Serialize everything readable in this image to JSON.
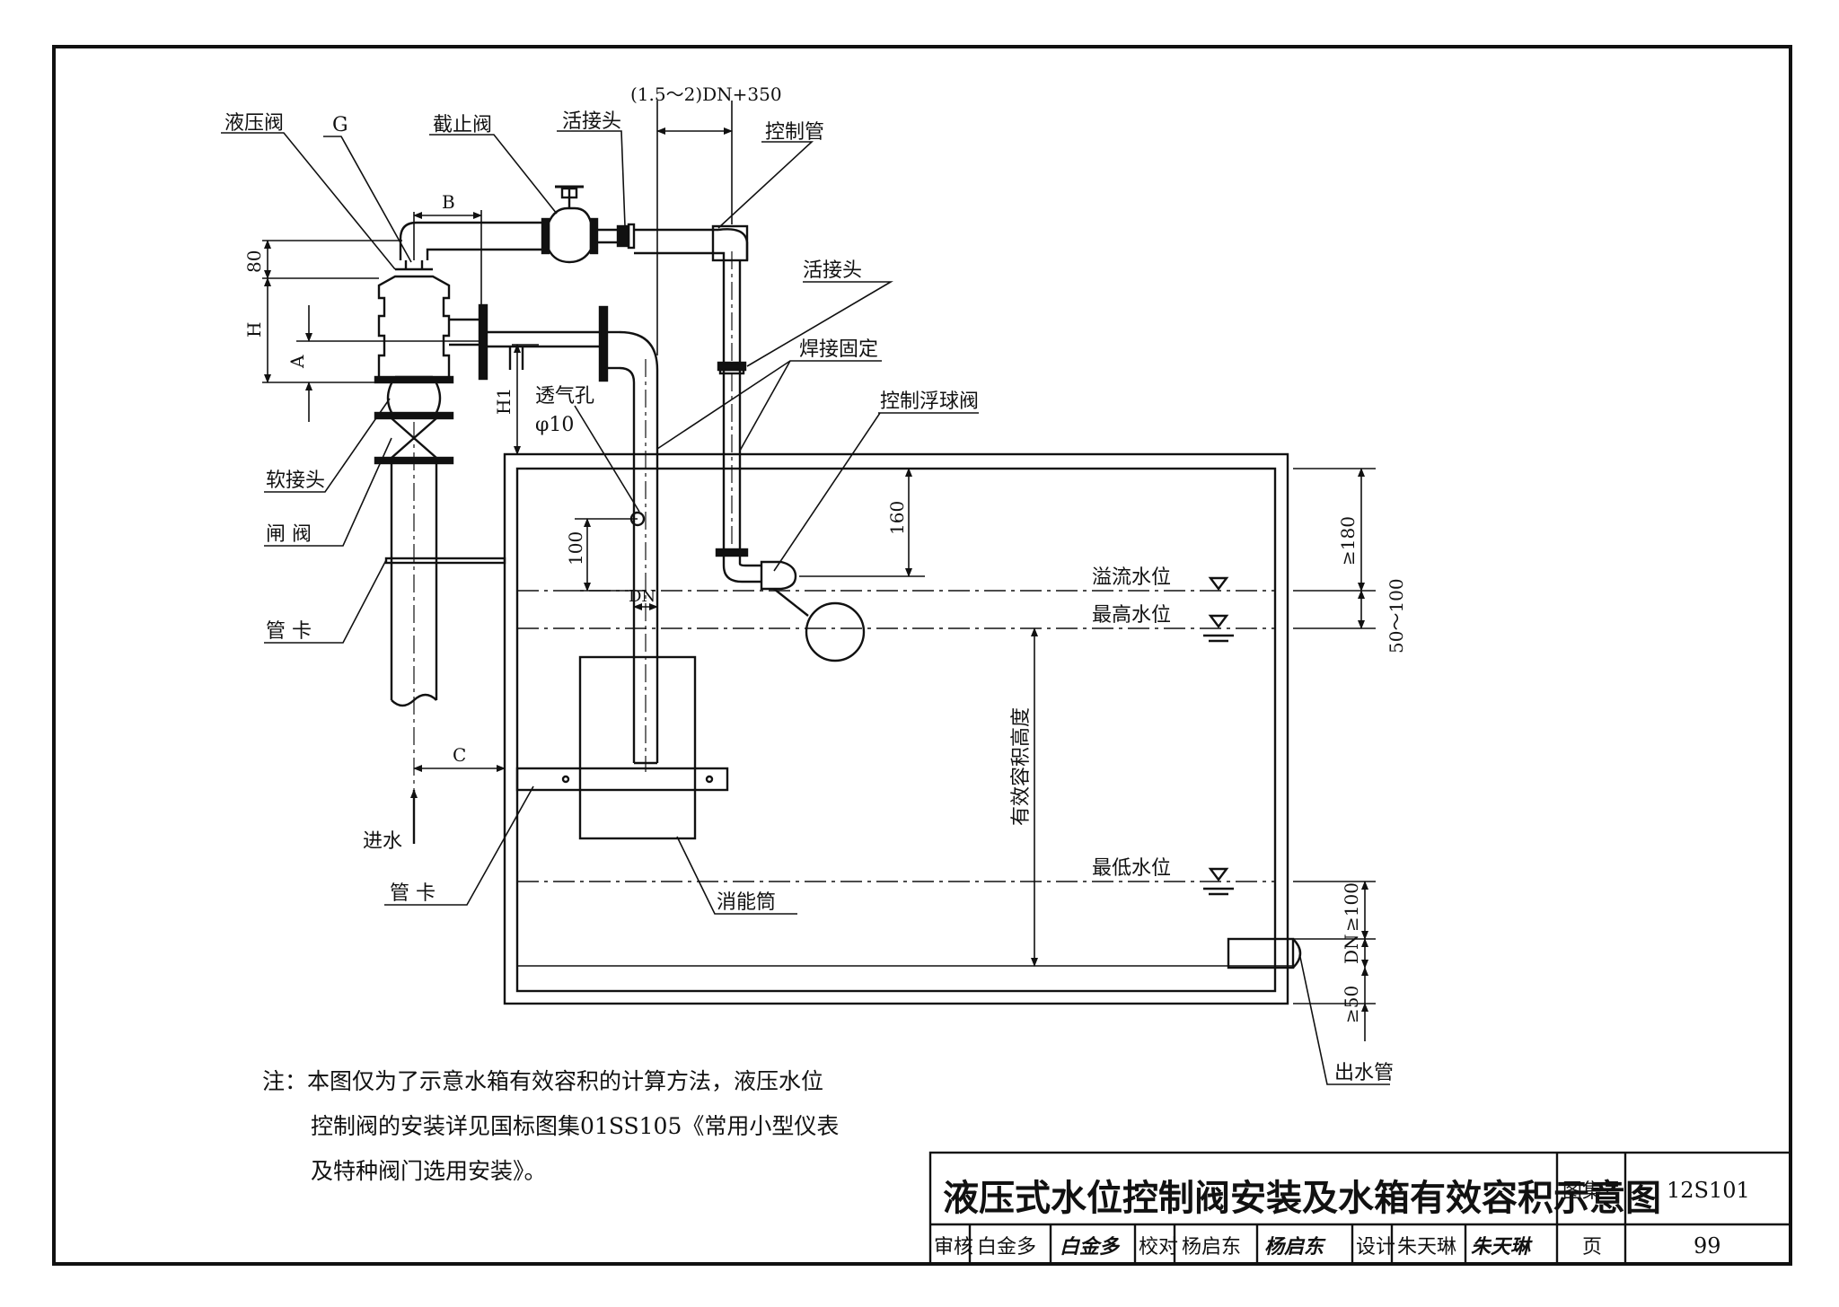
{
  "labels": {
    "hydraulic_valve": "液压阀",
    "g": "G",
    "stop_valve": "截止阀",
    "union_top": "活接头",
    "spacing": "(1.5～2)DN+350",
    "control_pipe": "控制管",
    "union_right": "活接头",
    "weld_fix": "焊接固定",
    "float_valve": "控制浮球阀",
    "vent": "透气孔",
    "vent_dia": "φ10",
    "soft_joint": "软接头",
    "gate_valve": "闸 阀",
    "clamp_upper": "管 卡",
    "clamp_lower": "管 卡",
    "inlet": "进水",
    "energy_cyl": "消能筒",
    "overflow": "溢流水位",
    "max_level": "最高水位",
    "min_level": "最低水位",
    "effective_height": "有效容积高度",
    "outlet": "出水管"
  },
  "dims": {
    "b": "B",
    "d80": "80",
    "h": "H",
    "a": "A",
    "h1": "H1",
    "d100": "100",
    "dn": "DN",
    "d160": "160",
    "c": "C",
    "ge180": "≥180",
    "r50_100": "50～100",
    "ge100": "≥100",
    "dn_out": "DN",
    "ge50": "≥50"
  },
  "note": {
    "line1": "注：本图仅为了示意水箱有效容积的计算方法，液压水位",
    "line2": "控制阀的安装详见国标图集01SS105《常用小型仪表",
    "line3": "及特种阀门选用安装》。"
  },
  "titleblock": {
    "title": "液压式水位控制阀安装及水箱有效容积示意图",
    "atlas_label": "图集号",
    "atlas_no": "12S101",
    "review_label": "审核",
    "review_name": "白金多",
    "review_sign": "白金多",
    "check_label": "校对",
    "check_name": "杨启东",
    "check_sign": "杨启东",
    "design_label": "设计",
    "design_name": "朱天琳",
    "design_sign": "朱天琳",
    "page_label": "页",
    "page_no": "99"
  },
  "colors": {
    "line": "#111111",
    "paper": "#ffffff"
  }
}
